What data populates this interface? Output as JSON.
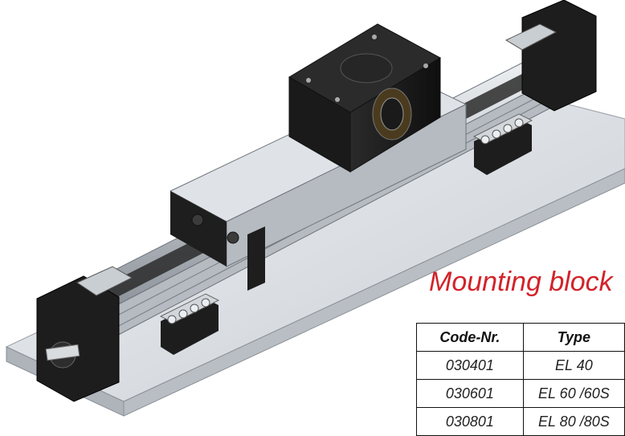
{
  "title": "Mounting block",
  "table": {
    "headers": [
      "Code-Nr.",
      "Type"
    ],
    "rows": [
      [
        "030401",
        "EL 40"
      ],
      [
        "030601",
        "EL 60 /60S"
      ],
      [
        "030801",
        "EL 80 /80S"
      ]
    ]
  },
  "colors": {
    "title": "#d2232a",
    "rail": "#c8cdd2",
    "base_plate": "#dfe3e8",
    "dark_parts": "#1c1c1c"
  }
}
